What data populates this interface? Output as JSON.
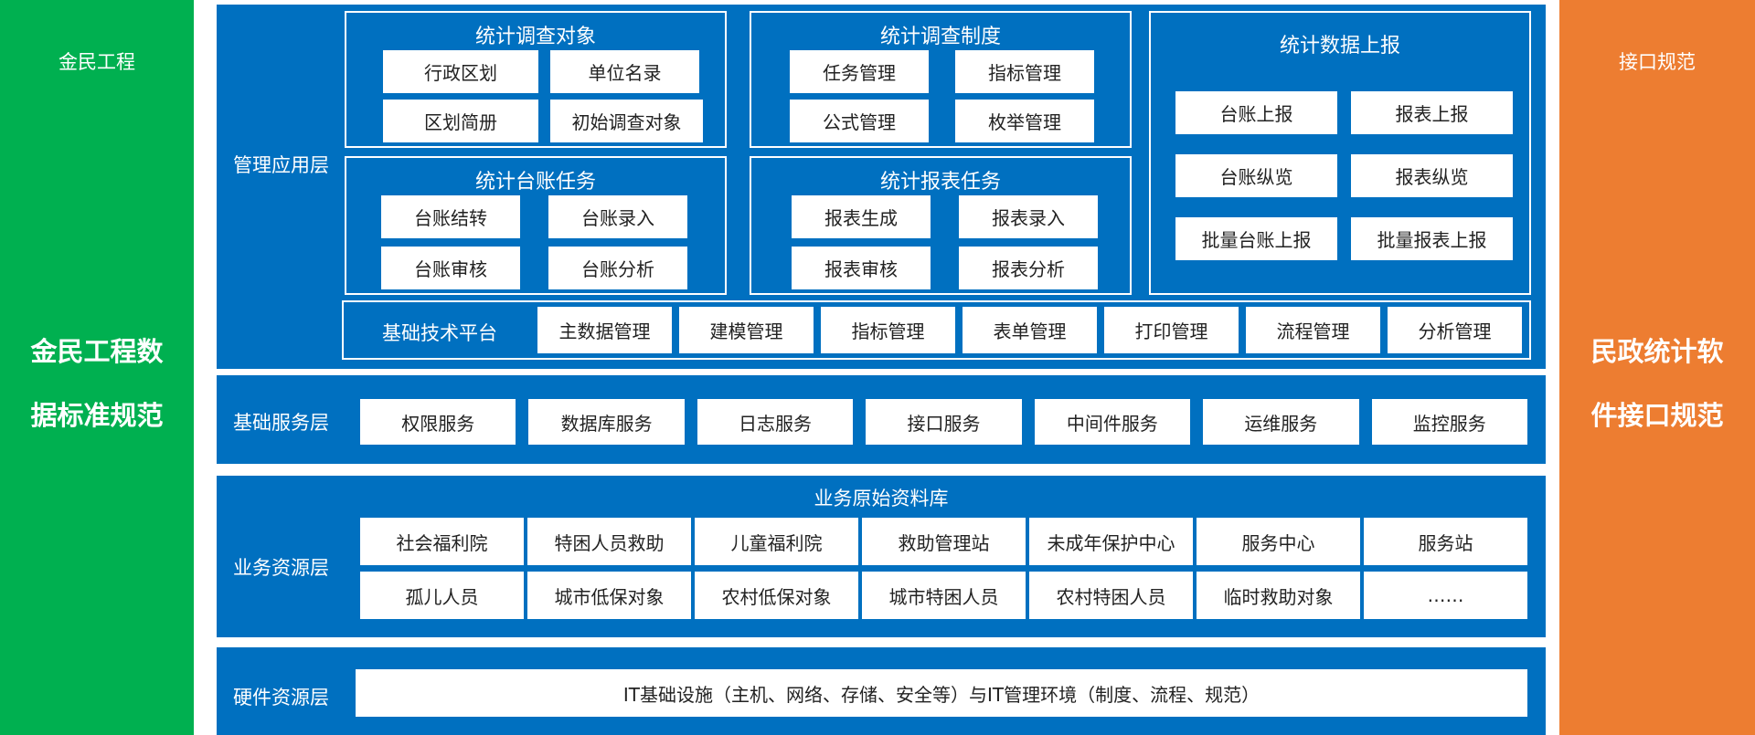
{
  "left_side": {
    "title": "金民工程",
    "main_line1": "金民工程数",
    "main_line2": "据标准规范",
    "color": "#00B050"
  },
  "right_side": {
    "title": "接口规范",
    "main_line1": "民政统计软",
    "main_line2": "件接口规范",
    "color": "#ED7D31"
  },
  "accent": "#0070C0",
  "management": {
    "label": "管理应用层",
    "boxes": [
      {
        "title": "统计调查对象",
        "items": [
          "行政区划",
          "单位名录",
          "区划简册",
          "初始调查对象"
        ]
      },
      {
        "title": "统计调查制度",
        "items": [
          "任务管理",
          "指标管理",
          "公式管理",
          "枚举管理"
        ]
      },
      {
        "title": "统计台账任务",
        "items": [
          "台账结转",
          "台账录入",
          "台账审核",
          "台账分析"
        ]
      },
      {
        "title": "统计报表任务",
        "items": [
          "报表生成",
          "报表录入",
          "报表审核",
          "报表分析"
        ]
      },
      {
        "title": "统计数据上报",
        "items": [
          "台账上报",
          "报表上报",
          "台账纵览",
          "报表纵览",
          "批量台账上报",
          "批量报表上报"
        ]
      }
    ],
    "platform": {
      "label": "基础技术平台",
      "items": [
        "主数据管理",
        "建模管理",
        "指标管理",
        "表单管理",
        "打印管理",
        "流程管理",
        "分析管理"
      ]
    }
  },
  "base_service": {
    "label": "基础服务层",
    "items": [
      "权限服务",
      "数据库服务",
      "日志服务",
      "接口服务",
      "中间件服务",
      "运维服务",
      "监控服务"
    ]
  },
  "business": {
    "label": "业务资源层",
    "title": "业务原始资料库",
    "row1": [
      "社会福利院",
      "特困人员救助",
      "儿童福利院",
      "救助管理站",
      "未成年保护中心",
      "服务中心",
      "服务站"
    ],
    "row2": [
      "孤儿人员",
      "城市低保对象",
      "农村低保对象",
      "城市特困人员",
      "农村特困人员",
      "临时救助对象",
      "……"
    ]
  },
  "hardware": {
    "label": "硬件资源层",
    "content": "IT基础设施（主机、网络、存储、安全等）与IT管理环境（制度、流程、规范）"
  }
}
